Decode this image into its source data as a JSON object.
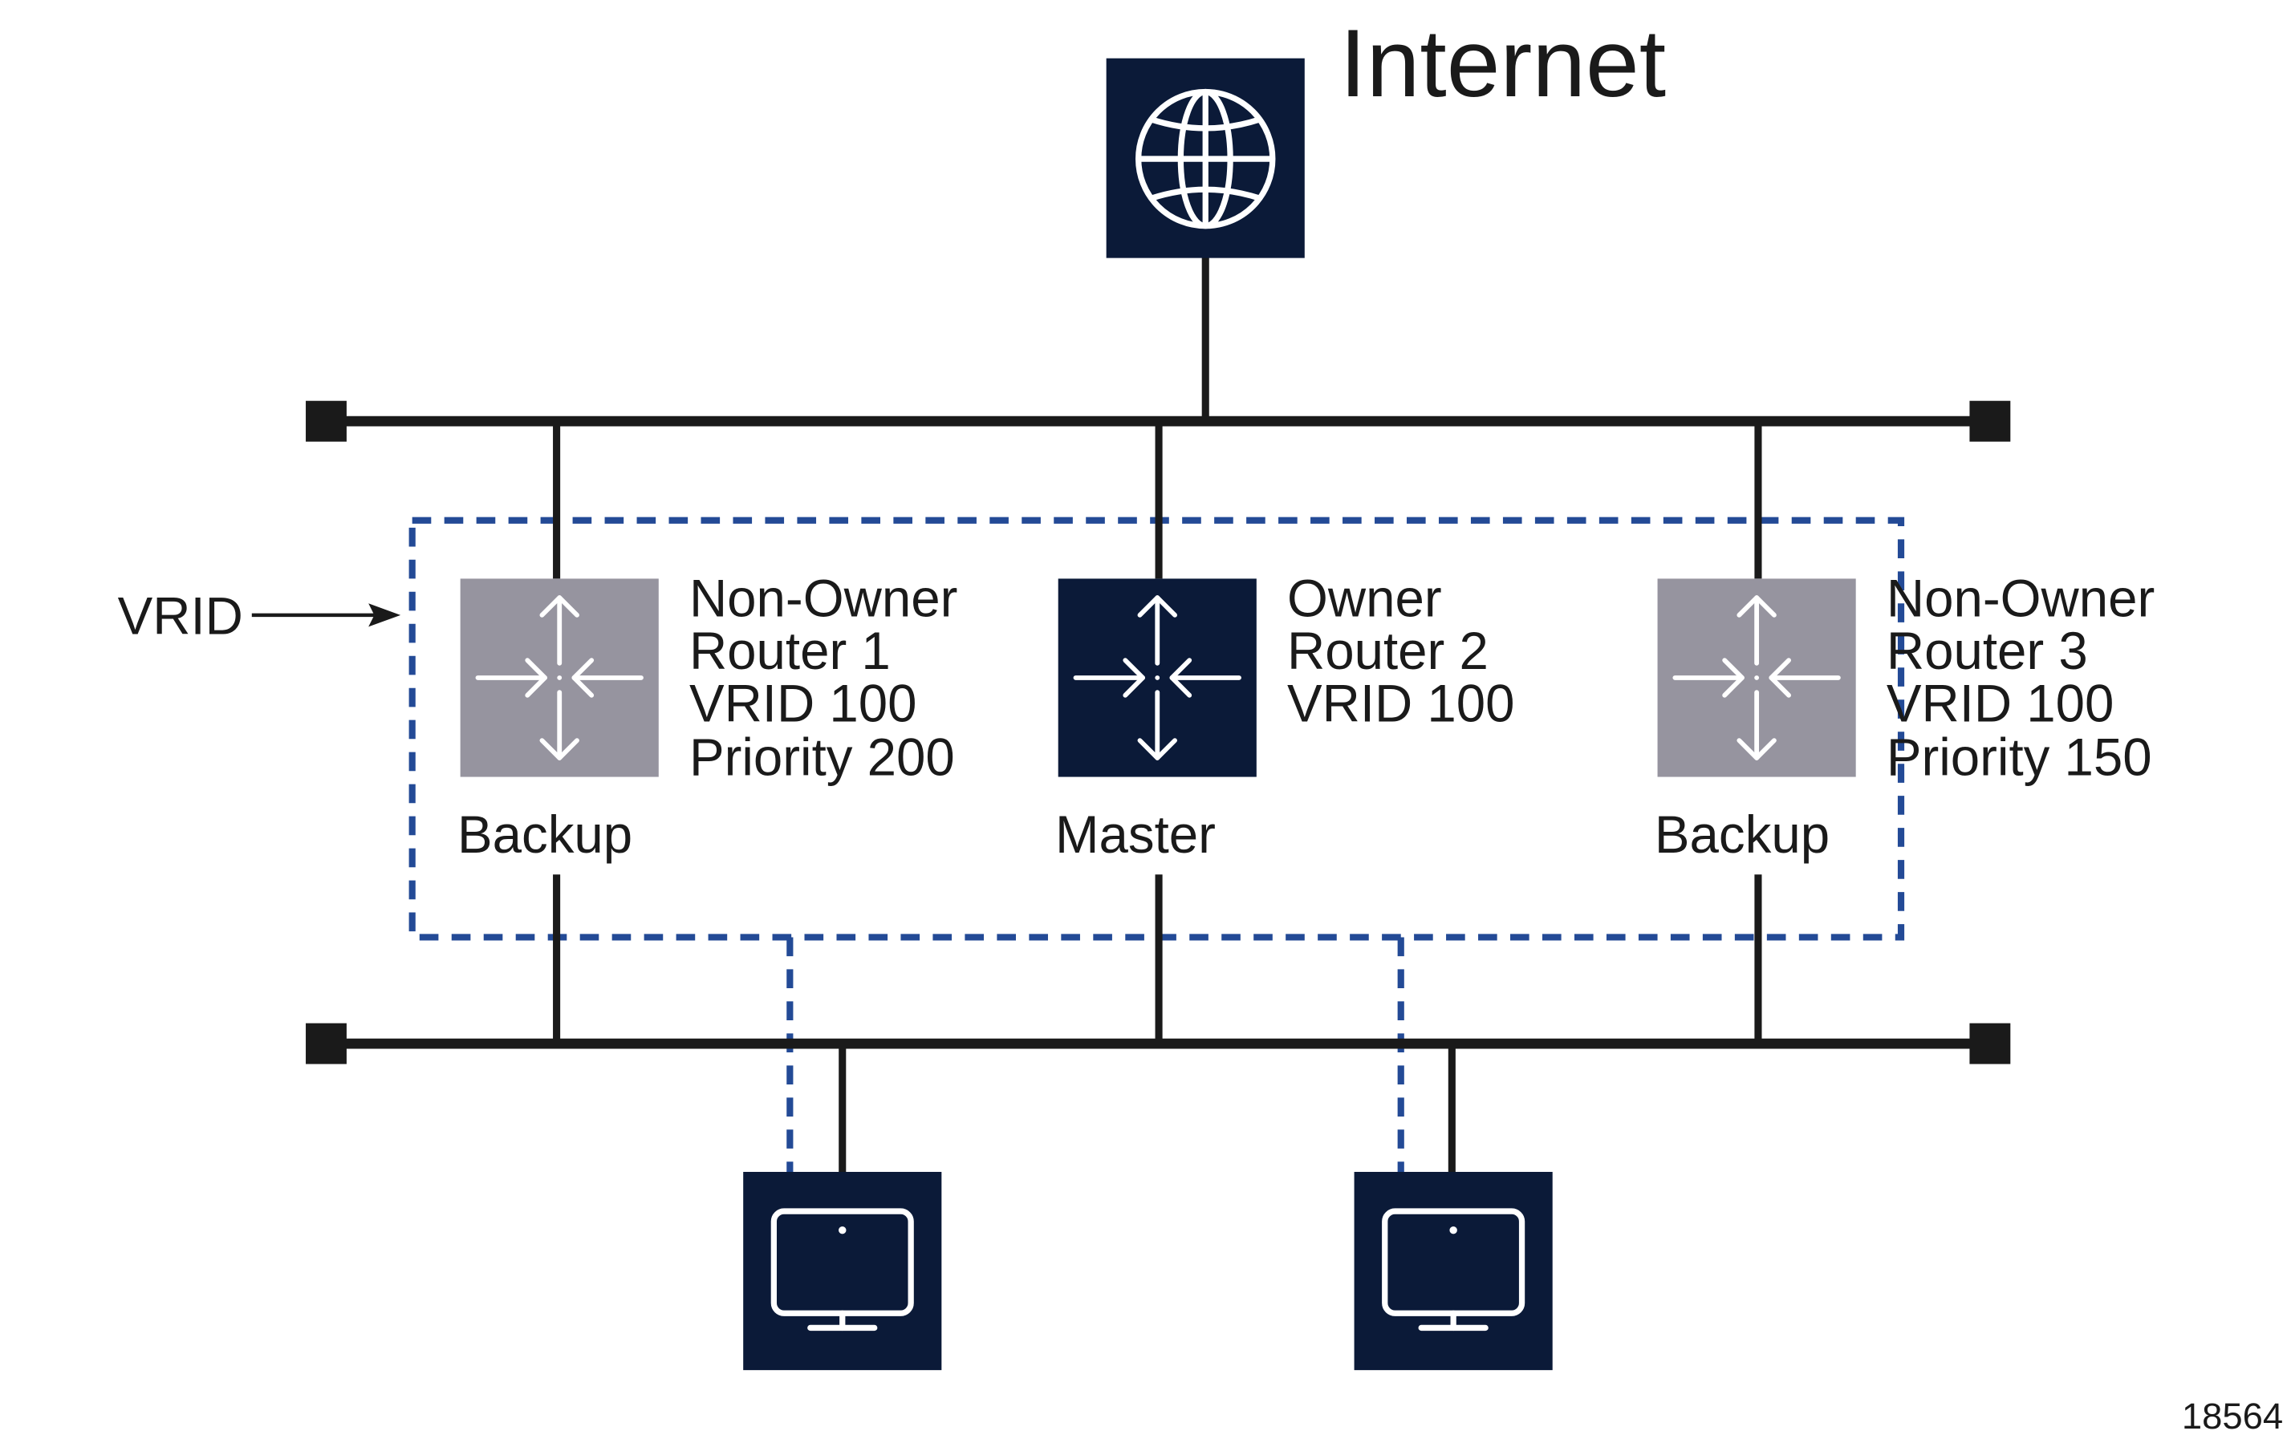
{
  "internet": {
    "label": "Internet",
    "icon": "globe-icon"
  },
  "vrid_callout": {
    "label": "VRID"
  },
  "routers": [
    {
      "lines": [
        "Non-Owner",
        "Router 1",
        "VRID 100",
        "Priority 200"
      ],
      "state": "Backup",
      "role": "non-owner",
      "icon": "router-icon"
    },
    {
      "lines": [
        "Owner",
        "Router 2",
        "VRID 100"
      ],
      "state": "Master",
      "role": "owner",
      "icon": "router-icon"
    },
    {
      "lines": [
        "Non-Owner",
        "Router 3",
        "VRID 100",
        "Priority 150"
      ],
      "state": "Backup",
      "role": "non-owner",
      "icon": "router-icon"
    }
  ],
  "hosts": [
    {
      "icon": "monitor-icon"
    },
    {
      "icon": "monitor-icon"
    }
  ],
  "figure_id": "18564",
  "colors": {
    "dark_navy": "#0b1a38",
    "backup_gray": "#96949f",
    "vrid_blue": "#234a96",
    "line": "#1a1a1a"
  }
}
